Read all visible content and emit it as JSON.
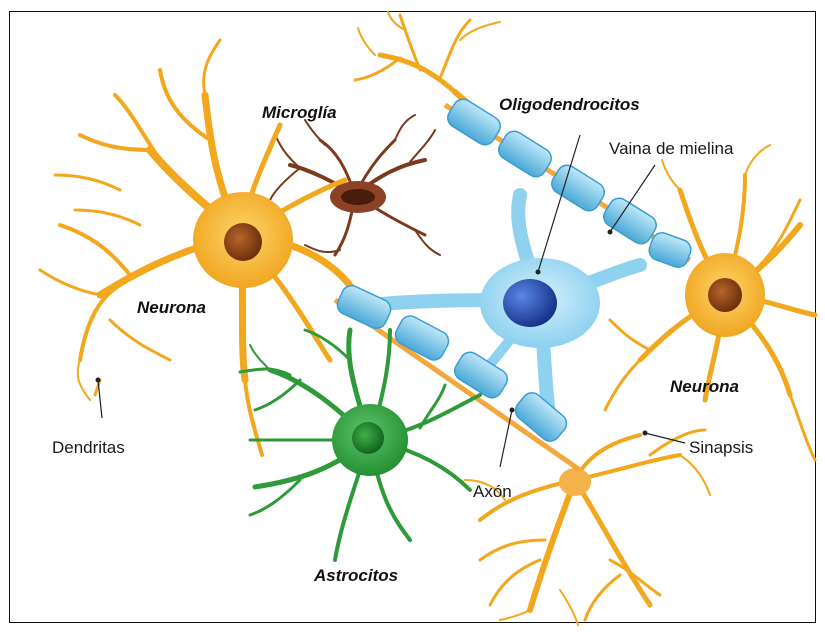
{
  "colors": {
    "neuron": "#f2a71d",
    "neuron_nucleus": "#8a4414",
    "microglia": "#7a3a1c",
    "astrocyte": "#2e9a3a",
    "oligodendrocyte": "#8fd2ef",
    "myelin": "#5fb8e0",
    "oligo_nucleus": "#1f3f9e"
  },
  "labels": {
    "microglia": "Microglía",
    "oligodendrocytes": "Oligodendrocitos",
    "myelin_sheath": "Vaina de mielina",
    "neuron_left": "Neurona",
    "neuron_right": "Neurona",
    "dendrites": "Dendritas",
    "synapse": "Sinapsis",
    "axon": "Axón",
    "astrocytes": "Astrocitos"
  }
}
